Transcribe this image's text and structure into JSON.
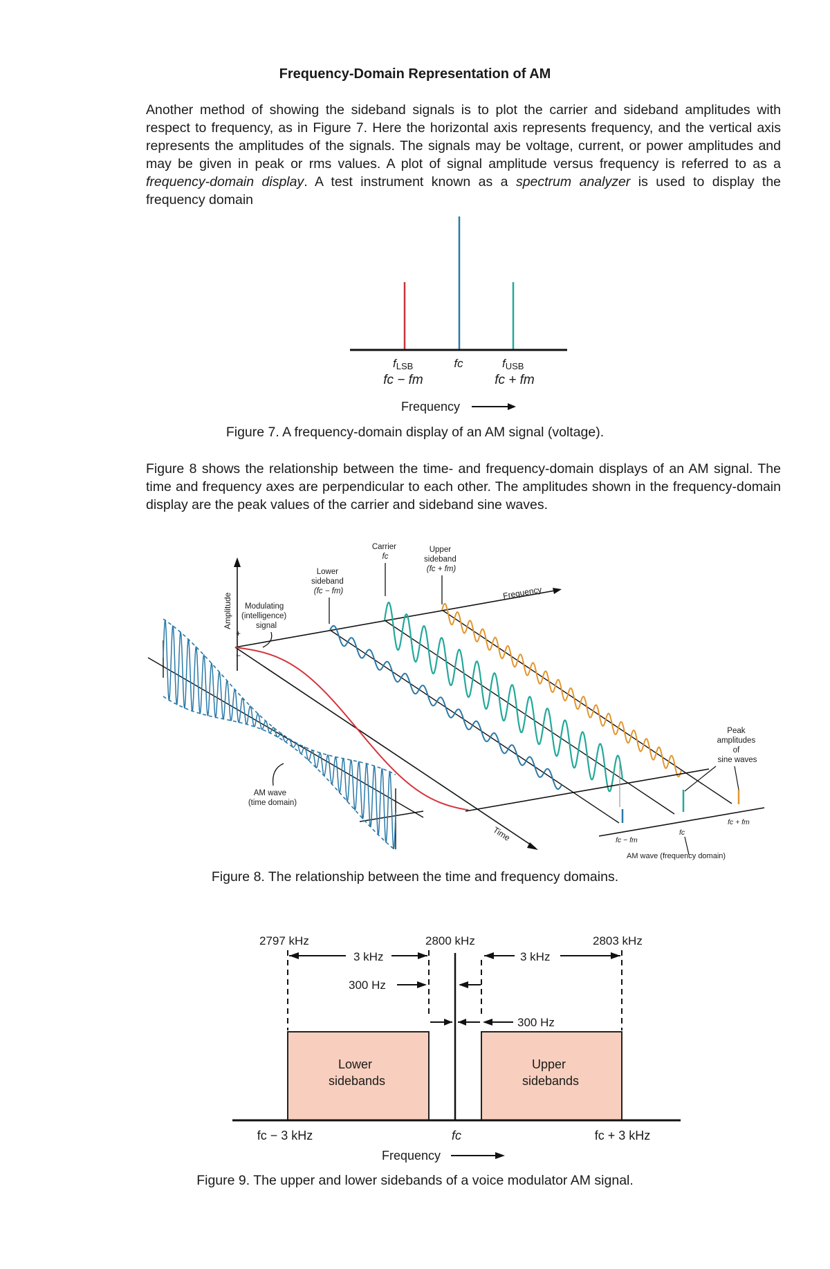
{
  "title": "Frequency-Domain Representation of AM",
  "paragraph1": {
    "intro": "Another method of showing the sideband signals is to plot the carrier and sideband amplitudes with respect to frequency, as in Figure 7. Here the horizontal axis represents frequency, and the vertical axis represents the amplitudes of the signals. The signals may be voltage, current, or power amplitudes and may be given in peak or rms values. A plot of signal amplitude versus frequency is referred to as a ",
    "term1": "frequency-domain display",
    "middle": ". A test instrument known as a ",
    "term2": "spectrum analyzer",
    "end": " is used to display the frequency domain"
  },
  "figure7": {
    "caption": "Figure 7. A frequency-domain display of an AM signal (voltage).",
    "lsb_label": "f",
    "lsb_sub": "LSB",
    "lsb_formula": "fc − fm",
    "carrier_label": "fc",
    "usb_label": "f",
    "usb_sub": "USB",
    "usb_formula": "fc + fm",
    "axis_label": "Frequency",
    "colors": {
      "lsb": "#c8323c",
      "carrier": "#2a79a8",
      "usb": "#23a89a"
    }
  },
  "paragraph2": "Figure 8 shows the relationship between the time- and frequency-domain displays of an AM signal. The time and frequency axes are perpendicular to each other. The amplitudes shown in the frequency-domain display are the peak values of the carrier and sideband sine waves.",
  "figure8": {
    "caption": "Figure 8. The relationship between the time and frequency domains.",
    "amplitude_label": "Amplitude",
    "plus": "+",
    "minus": "−",
    "modulating_label": [
      "Modulating",
      "(intelligence)",
      "signal"
    ],
    "lower_sideband_label": [
      "Lower",
      "sideband",
      "(fc − fm)"
    ],
    "carrier_label": [
      "Carrier",
      "fc"
    ],
    "upper_sideband_label": [
      "Upper",
      "sideband",
      "(fc + fm)"
    ],
    "frequency_axis": "Frequency",
    "time_axis": "Time",
    "am_wave_time_label": [
      "AM wave",
      "(time domain)"
    ],
    "peak_label": [
      "Peak",
      "amplitudes",
      "of",
      "sine waves"
    ],
    "tick_lsb": "fc − fm",
    "tick_carrier": "fc",
    "tick_usb": "fc + fm",
    "am_wave_freq_label": "AM wave (frequency domain)",
    "colors": {
      "red": "#d6343c",
      "blue": "#2a79a8",
      "teal": "#23a89a",
      "orange": "#e3962c"
    }
  },
  "figure9": {
    "caption": "Figure 9. The upper and lower sidebands of a voice modulator AM signal.",
    "left_freq": "2797 kHz",
    "center_freq": "2800 kHz",
    "right_freq": "2803 kHz",
    "left_span": "3 kHz",
    "right_span": "3 kHz",
    "gap_left": "300 Hz",
    "gap_right": "300 Hz",
    "lower_box": [
      "Lower",
      "sidebands"
    ],
    "upper_box": [
      "Upper",
      "sidebands"
    ],
    "axis_left": "fc − 3 kHz",
    "axis_center": "fc",
    "axis_right": "fc + 3 kHz",
    "axis_label": "Frequency",
    "box_fill": "#f8cfbe"
  }
}
